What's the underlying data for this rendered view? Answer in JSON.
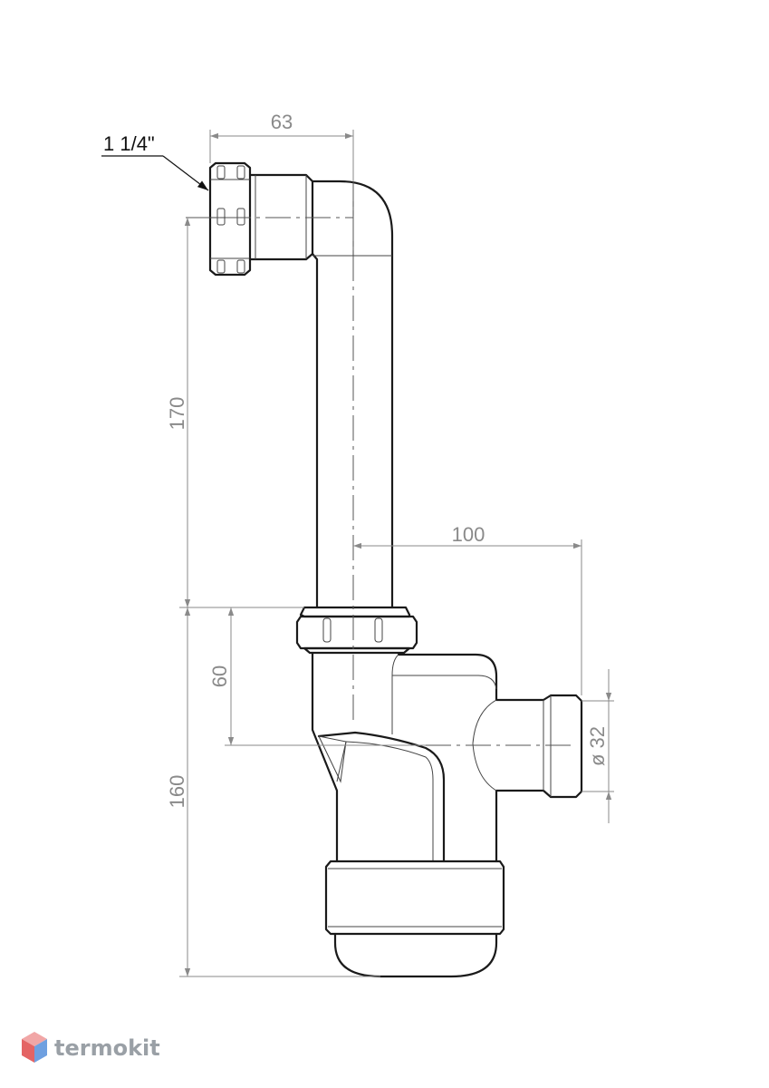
{
  "dimensions": {
    "top_width": "63",
    "upper_height": "170",
    "lower_height": "160",
    "inlet_to_trap": "60",
    "outlet_offset": "100",
    "outlet_diameter": "ø 32"
  },
  "thread_label": "1 1/4\"",
  "brand": {
    "name": "termokit",
    "colors": {
      "top": "#f1a6a6",
      "left": "#e46464",
      "right": "#6fa0e0"
    }
  }
}
